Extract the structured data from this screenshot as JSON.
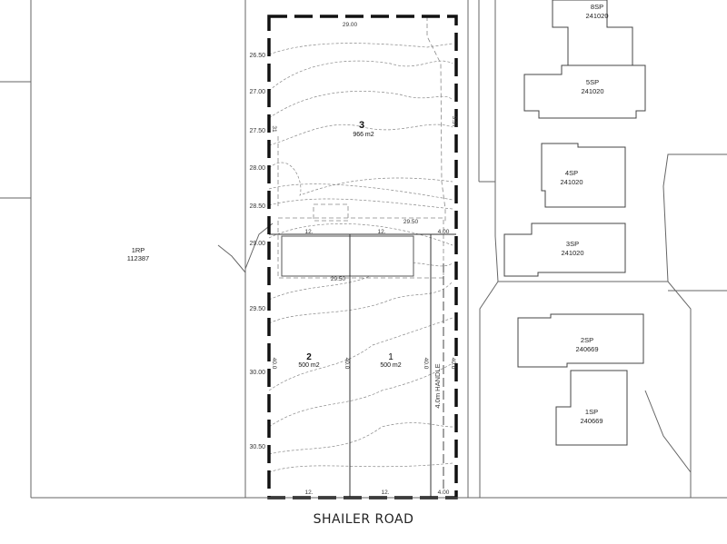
{
  "road": {
    "name": "SHAILER ROAD"
  },
  "lots": [
    {
      "number": "3",
      "area": "966 m2"
    },
    {
      "number": "2",
      "area": "500 m2"
    },
    {
      "number": "1",
      "area": "500 m2"
    }
  ],
  "neighbours": [
    {
      "lot": "1RP",
      "plan": "112387"
    },
    {
      "lot": "8SP",
      "plan": "241020"
    },
    {
      "lot": "5SP",
      "plan": "241020"
    },
    {
      "lot": "4SP",
      "plan": "241020"
    },
    {
      "lot": "3SP",
      "plan": "241020"
    },
    {
      "lot": "2SP",
      "plan": "240669"
    },
    {
      "lot": "1SP",
      "plan": "240669"
    }
  ],
  "contours": [
    "26.50",
    "27.00",
    "27.50",
    "28.00",
    "28.50",
    "29.00",
    "29.50",
    "30.00",
    "30.50"
  ],
  "dimensions": {
    "top": "29.00",
    "lot3_right": "3.37",
    "lot3_left": "31",
    "mid_level": "29.50",
    "mid_left": "12.",
    "mid_center": "12.",
    "mid_right": "4.00",
    "bottom_left": "12.",
    "bottom_center": "12.",
    "bottom_right": "4.00",
    "lot2_depth": "40.0",
    "lot1_depth": "40.0",
    "lot1_right": "40.0",
    "lot2_left": "40.0",
    "handle": "4.0m HANDLE",
    "building_level": "29.50"
  }
}
